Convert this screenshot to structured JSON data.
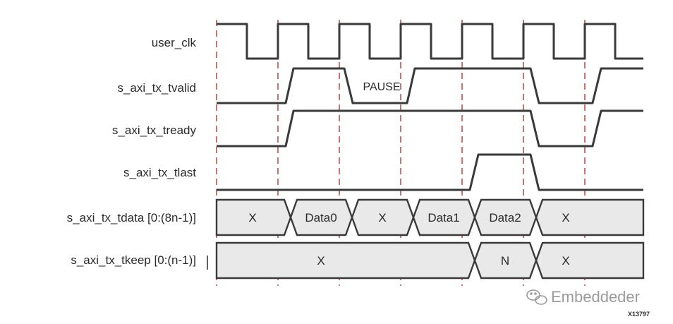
{
  "signals": {
    "user_clk": "user_clk",
    "tvalid": "s_axi_tx_tvalid",
    "tready": "s_axi_tx_tready",
    "tlast": "s_axi_tx_tlast",
    "tdata": "s_axi_tx_tdata [0:(8n-1)]",
    "tkeep": "s_axi_tx_tkeep [0:(n-1)]"
  },
  "annotations": {
    "pause": "PAUSE"
  },
  "tdata_values": [
    "X",
    "Data0",
    "X",
    "Data1",
    "Data2",
    "X"
  ],
  "tkeep_values": [
    "X",
    "N",
    "X"
  ],
  "footer": {
    "watermark": "Embeddeder",
    "figure_id": "X13797"
  },
  "colors": {
    "waveform": "#3a3a3a",
    "guide_lines": "#a01818",
    "bus_fill": "#e9e9e9"
  },
  "icons": [
    "wechat-icon"
  ]
}
